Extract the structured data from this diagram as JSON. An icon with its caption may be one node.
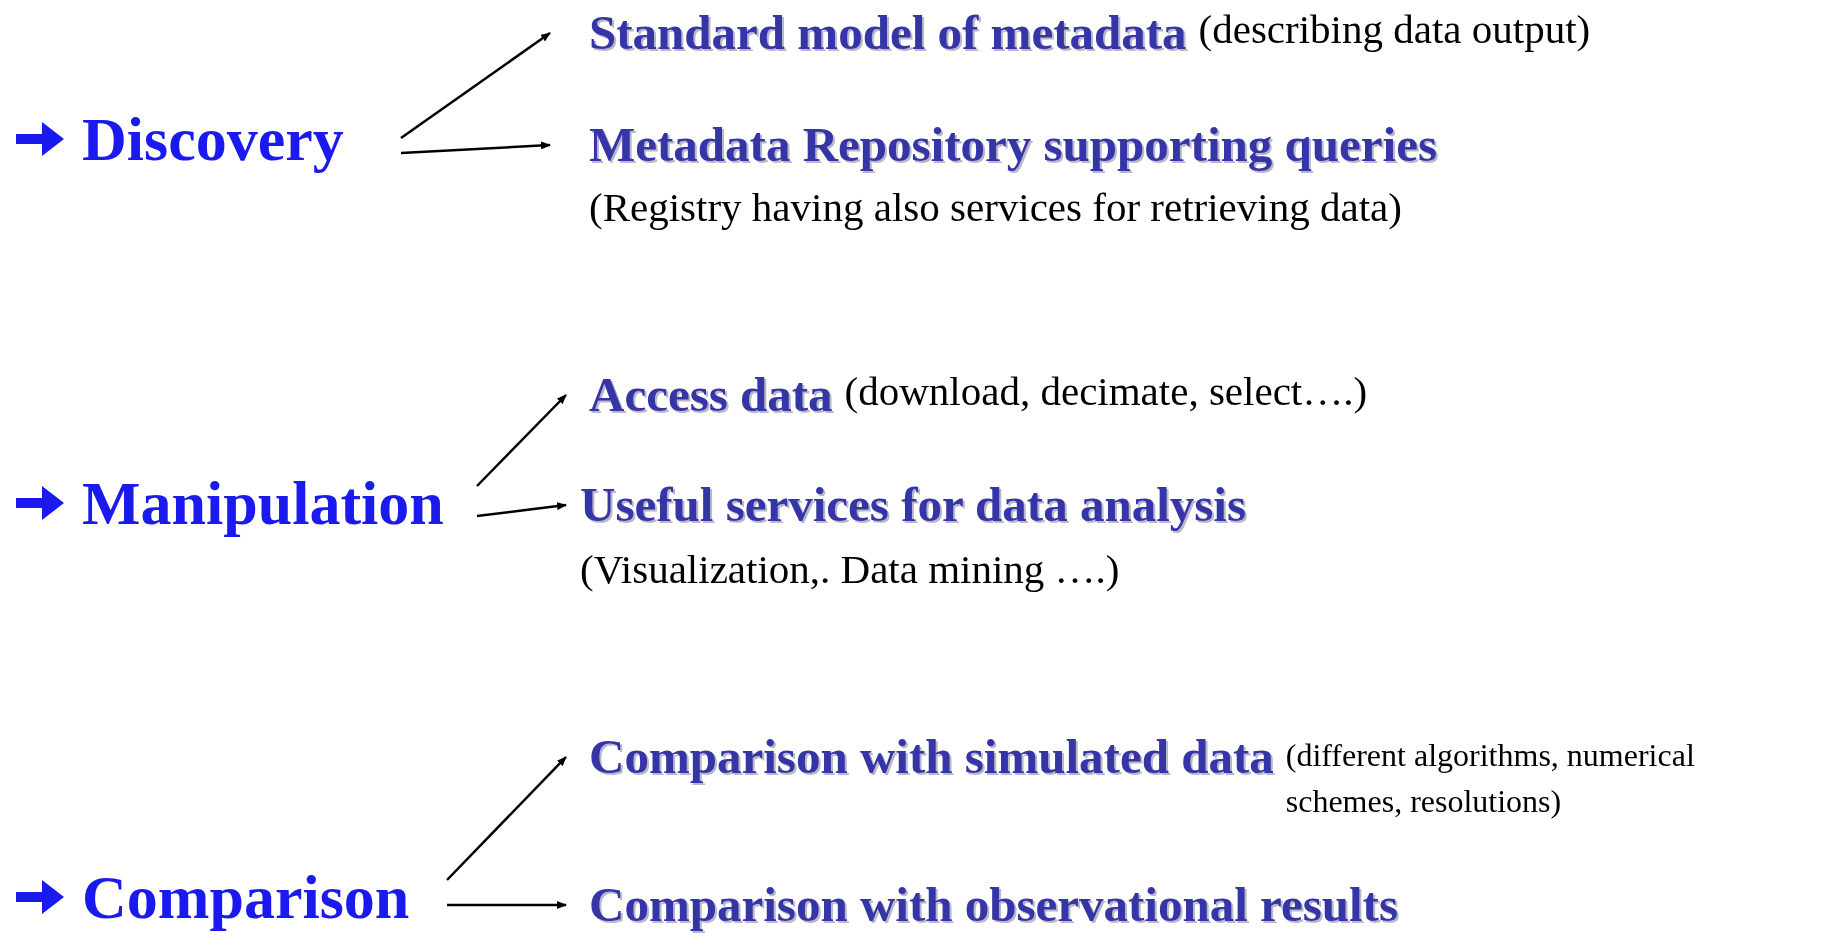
{
  "diagram": {
    "nodes": [
      {
        "text": [
          "Discovery"
        ]
      },
      {
        "text": [
          "Standard model of metadata",
          "(describing data output)"
        ]
      },
      {
        "text": [
          "Metadata Repository supporting queries",
          "(Registry having also services for retrieving data)"
        ]
      },
      {
        "text": [
          "Manipulation"
        ]
      },
      {
        "text": [
          "Access data",
          "(download, decimate, select….)"
        ]
      },
      {
        "text": [
          "Useful services for data analysis",
          "(Visualization,. Data mining ….)"
        ]
      },
      {
        "text": [
          "Comparison"
        ]
      },
      {
        "text": [
          "Comparison with simulated data",
          "(different algorithms, numerical schemes, resolutions)"
        ]
      },
      {
        "text": [
          "Comparison with observational results"
        ]
      }
    ],
    "edges": [
      {
        "from": 0,
        "to": 1,
        "arrow": "to"
      },
      {
        "from": 0,
        "to": 2,
        "arrow": "to"
      },
      {
        "from": 3,
        "to": 4,
        "arrow": "to"
      },
      {
        "from": 3,
        "to": 5,
        "arrow": "to"
      },
      {
        "from": 6,
        "to": 7,
        "arrow": "to"
      },
      {
        "from": 6,
        "to": 8,
        "arrow": "to"
      }
    ]
  }
}
